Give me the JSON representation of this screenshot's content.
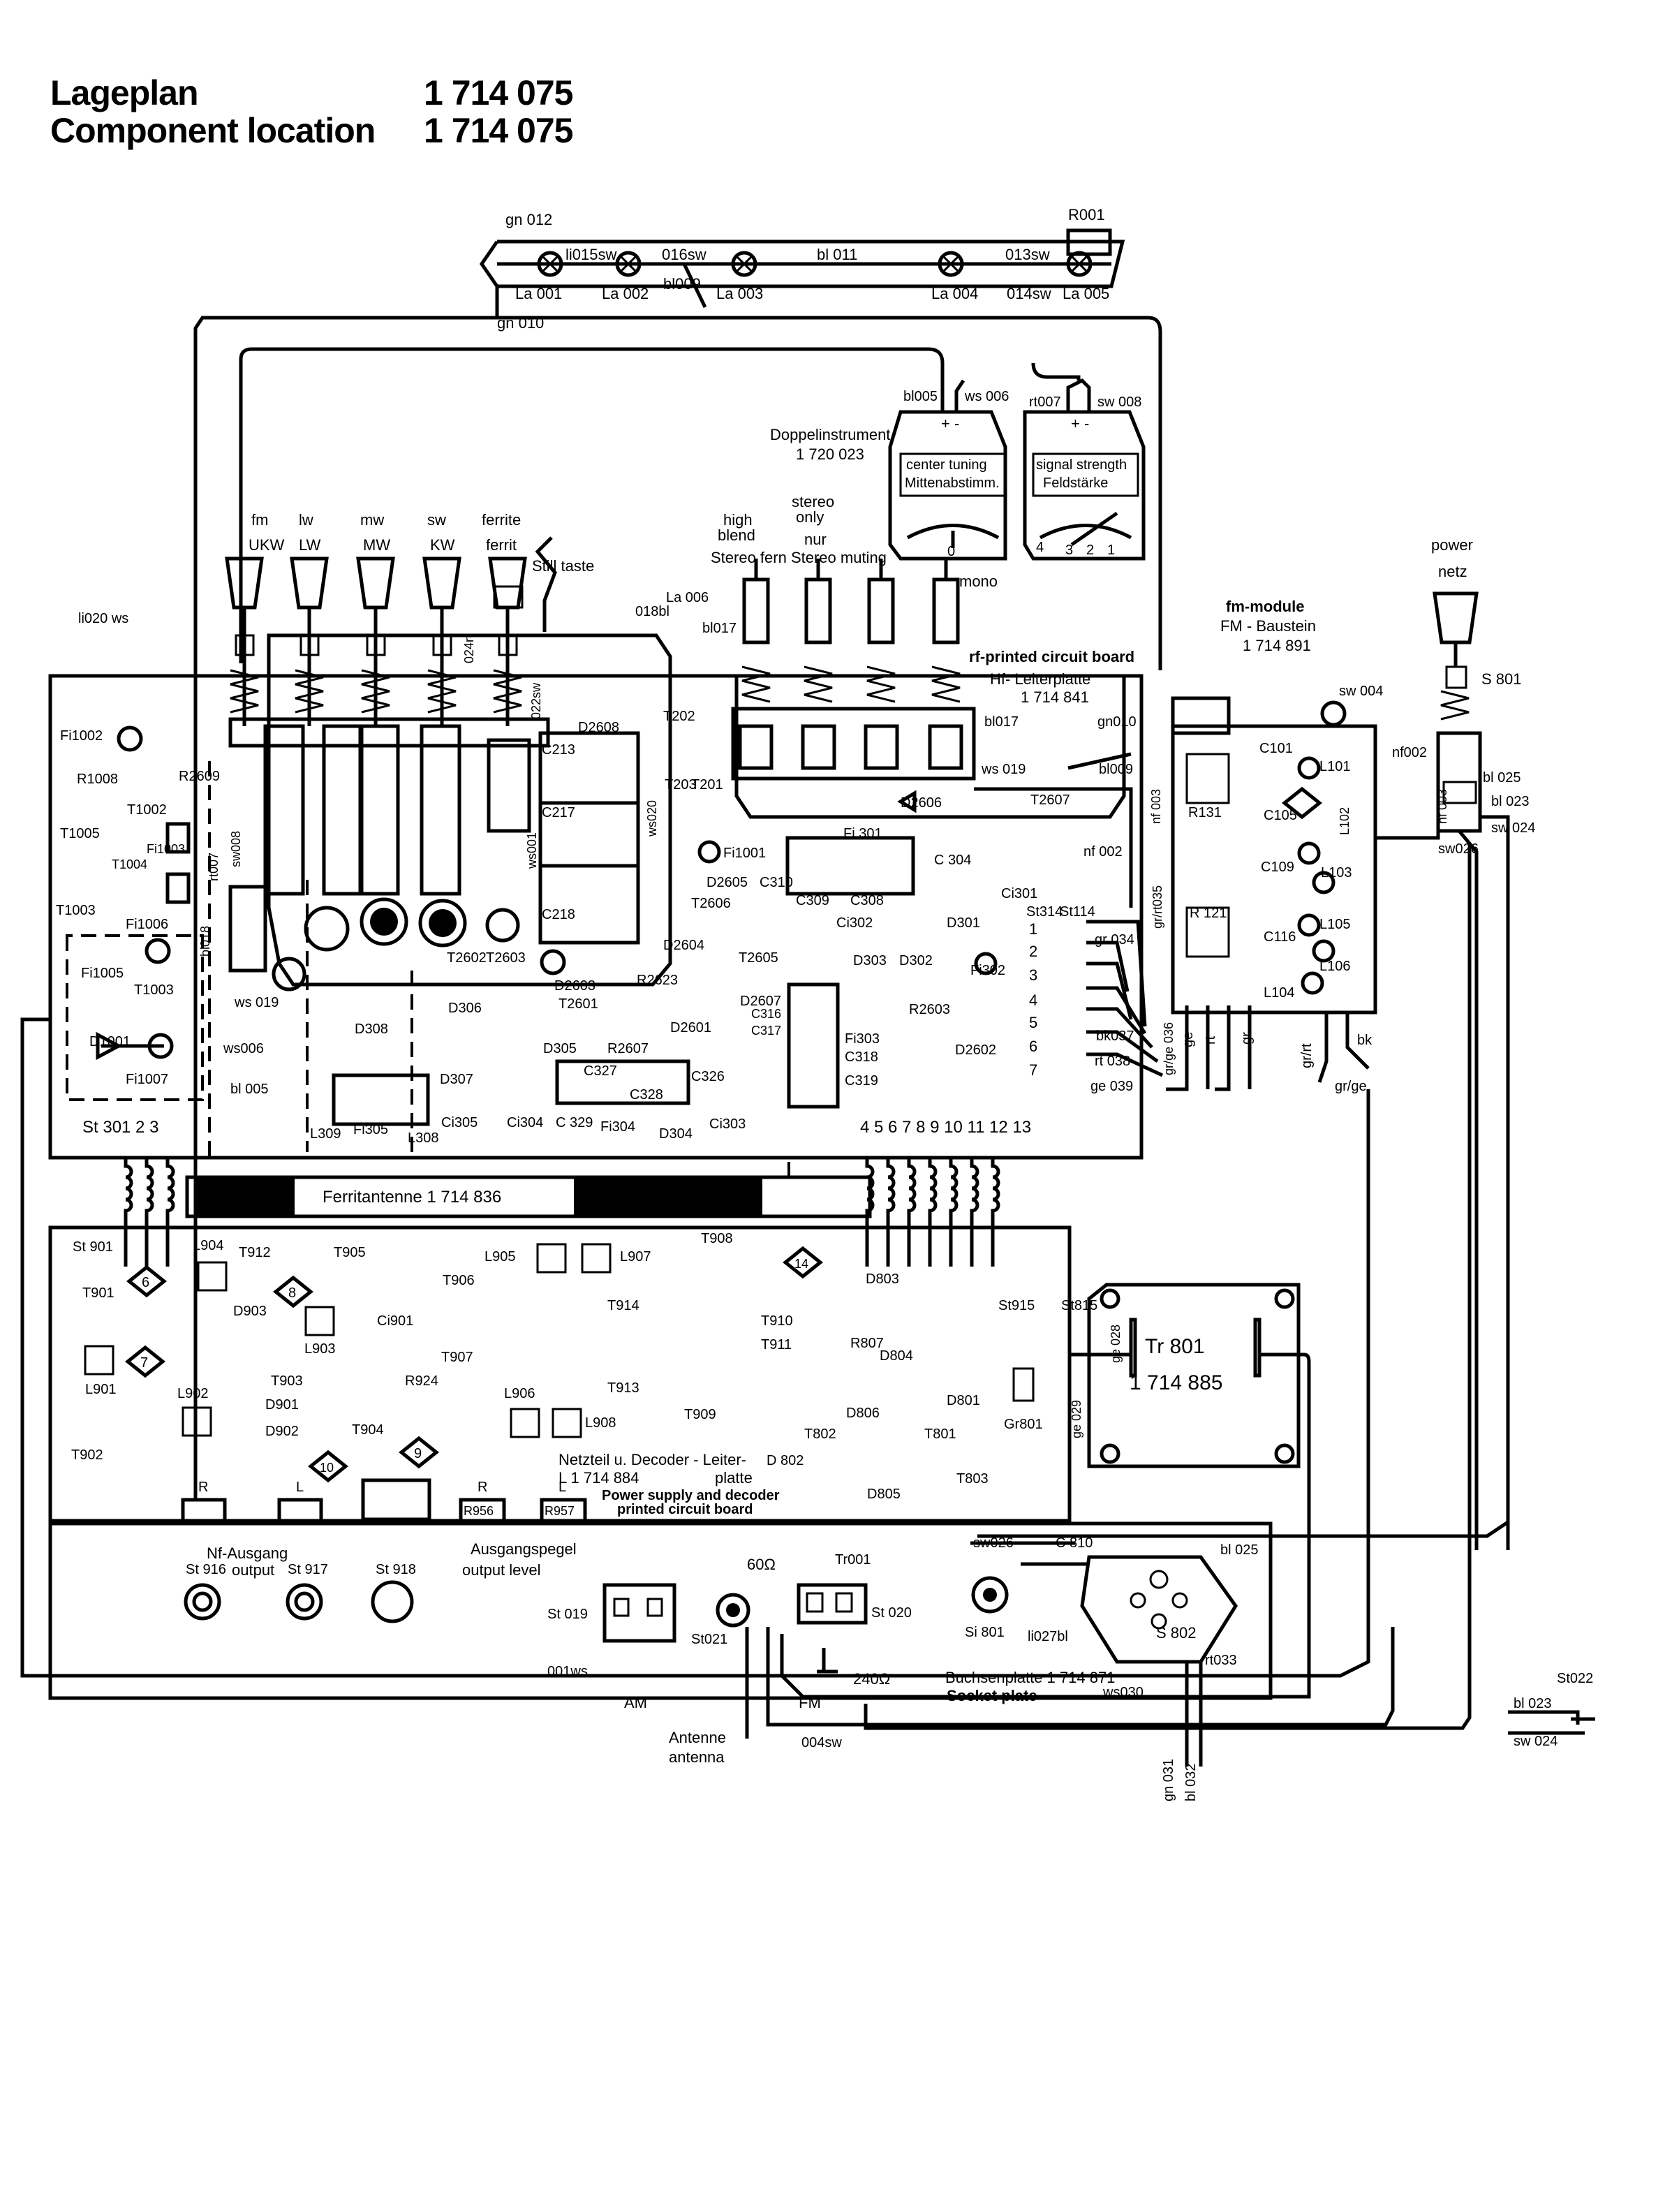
{
  "header": {
    "title_de": "Lageplan",
    "title_en": "Component location",
    "part_number": "1 714 075"
  },
  "lamp_bar": {
    "wires": [
      "gn 012",
      "li015sw",
      "016sw",
      "bl 011",
      "013sw",
      "bl009",
      "014sw",
      "gn 010"
    ],
    "lamps": [
      "La 001",
      "La 002",
      "La 003",
      "La 004",
      "La 005"
    ],
    "resistor": "R001"
  },
  "meters": {
    "title": "Doppelinstrument",
    "part": "1  720  023",
    "left": {
      "line1": "center tuning",
      "line2": "Mittenabstimm.",
      "wires": [
        "bl005",
        "ws 006"
      ],
      "scale_value": "0"
    },
    "right": {
      "line1": "signal strength",
      "line2": "Feldstärke",
      "wires": [
        "rt007",
        "sw 008"
      ],
      "scale_values": [
        "4",
        "3",
        "2",
        "1"
      ]
    },
    "plus_minus": "+ -"
  },
  "band_switches": {
    "labels_en": [
      "fm",
      "lw",
      "mw",
      "sw",
      "ferrite"
    ],
    "labels_de": [
      "UKW",
      "LW",
      "MW",
      "KW",
      "ferrit"
    ],
    "still": "Still taste"
  },
  "function_switches": {
    "high_blend": [
      "high",
      "blend"
    ],
    "stereo_only": [
      "stereo",
      "only"
    ],
    "nur": "nur",
    "line_de": "Stereo fern Stereo muting",
    "mono": "mono"
  },
  "rf_board": {
    "title_en": "rf-printed circuit board",
    "title_de": "Hf- Leiterplatte",
    "part": "1  714  841",
    "ferrite": "Ferritantenne   1  714  836",
    "top_pins": "St  301  2  3",
    "right_pins": "4  5  6  7  8  9 10 11 12 13",
    "connector_numbers": [
      "1",
      "2",
      "3",
      "4",
      "5",
      "6",
      "7"
    ],
    "components": [
      "li020 ws",
      "Fi1002",
      "R1008",
      "R2609",
      "T1002",
      "T1005",
      "Fi1003",
      "T1004",
      "T1003",
      "Fi1006",
      "Fi1005",
      "T1003",
      "D1001",
      "Fi1007",
      "ws006",
      "bl 005",
      "ws 019",
      "bl018",
      "rt007",
      "sw008",
      "C213",
      "C217",
      "C218",
      "D2608",
      "T202",
      "018bl",
      "La 006",
      "bl017",
      "024rt",
      "022sw",
      "ws001",
      "ws020",
      "T203",
      "T201",
      "Fi1001",
      "D2605",
      "C310",
      "C309",
      "C308",
      "C 304",
      "Fi 301",
      "T2606",
      "Ci302",
      "Ci301",
      "D301",
      "D2604",
      "T2605",
      "D303",
      "D302",
      "Fi302",
      "T2602",
      "T2603",
      "D2603",
      "R2623",
      "D2607",
      "C316",
      "C317",
      "Fi303",
      "C318",
      "C319",
      "R2603",
      "D2602",
      "T2601",
      "D2601",
      "D305",
      "R2607",
      "D306",
      "D308",
      "D307",
      "C327",
      "C328",
      "C326",
      "Ci303",
      "Ci305",
      "Ci304",
      "C 329",
      "Fi304",
      "D304",
      "L309",
      "Fi305",
      "L308",
      "D2606",
      "T2607",
      "bl017",
      "gn010",
      "bl009",
      "ws 019",
      "nf 003",
      "nf 002",
      "gr/rt035",
      "St314",
      "St114",
      "gr 034",
      "bk037",
      "rt 038",
      "ge 039",
      "gr/ge 036"
    ]
  },
  "fm_module": {
    "title_en": "fm-module",
    "title_de": "FM - Baustein",
    "part": "1  714  891",
    "components": [
      "sw 004",
      "C101",
      "L101",
      "R131",
      "C105",
      "L102",
      "C109",
      "L103",
      "R 121",
      "C116",
      "L105",
      "L106",
      "L104",
      "ge",
      "rt",
      "gr",
      "gr/rt",
      "bk",
      "gr/ge",
      "nf002"
    ]
  },
  "power": {
    "line_en": "power",
    "line_de": "netz",
    "switch": "S 801",
    "wires": [
      "nf 003",
      "bl 025",
      "bl 023",
      "sw 024",
      "sw026"
    ]
  },
  "psu_board": {
    "title_de1": "Netzteil u. Decoder - Leiter-",
    "title_de2": "platte",
    "part_line": "L    1  714  884",
    "title_en1": "Power supply and decoder",
    "title_en2": "printed  circuit  board",
    "components": [
      "St 901",
      "L904",
      "T912",
      "T905",
      "L905",
      "L907",
      "T908",
      "T901",
      "D903",
      "L903",
      "Ci901",
      "T906",
      "T914",
      "T910",
      "T911",
      "R807",
      "D803",
      "L901",
      "T903",
      "T907",
      "D804",
      "L902",
      "D901",
      "D902",
      "R924",
      "T904",
      "L906",
      "L908",
      "T913",
      "T909",
      "D806",
      "D801",
      "T802",
      "T801",
      "T902",
      "D 802",
      "D805",
      "T803",
      "St915",
      "St815",
      "Gr801",
      "ge 028",
      "ge 029"
    ],
    "diamonds": [
      "6",
      "7",
      "8",
      "9",
      "10",
      "14"
    ],
    "connector_labels": [
      "R",
      "L",
      "R",
      "L",
      "R956",
      "R957"
    ]
  },
  "transformer": {
    "label": "Tr 801",
    "part": "1  714  885"
  },
  "socket_board": {
    "title_de": "Buchsenplatte 1  714  871",
    "title_en": "Socket  plate",
    "nf_de": "Nf-Ausgang",
    "nf_en": "output",
    "level_de": "Ausgangspegel",
    "level_en": "output   level",
    "sockets": [
      "St 916",
      "St 917",
      "St 918",
      "St 019",
      "St021",
      "St 020"
    ],
    "am": "AM",
    "fm": "FM",
    "wires": [
      "001ws",
      "004sw",
      "sw026",
      "li027bl",
      "ws030",
      "rt033",
      "bl 025",
      "gn 031",
      "bl 032"
    ],
    "parts": [
      "Tr001",
      "60Ω",
      "240Ω",
      "C 810",
      "Si 801",
      "S 802"
    ]
  },
  "antenna": {
    "de": "Antenne",
    "en": "antenna"
  },
  "st022": {
    "label": "St022",
    "wires": [
      "bl 023",
      "sw 024"
    ]
  }
}
